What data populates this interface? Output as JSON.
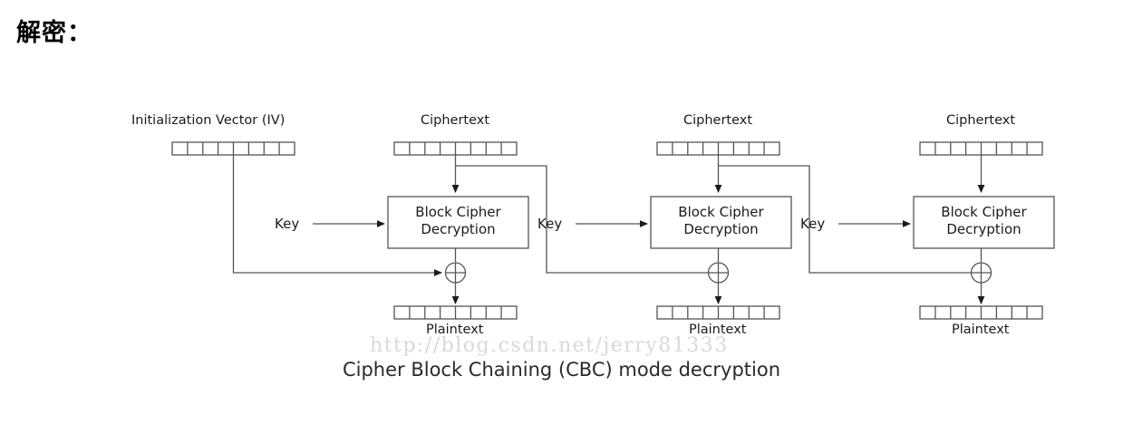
{
  "page": {
    "heading": "解密：",
    "caption": "Cipher Block Chaining (CBC) mode decryption",
    "watermark": "http://blog.csdn.net/jerry81333",
    "background_color": "#ffffff",
    "line_color": "#555555",
    "text_color": "#1b1b1b",
    "watermark_color": "#d9d9d9"
  },
  "diagram": {
    "type": "block-flow",
    "title": "Cipher Block Chaining (CBC) mode decryption",
    "block_cells": 8,
    "stages": [
      {
        "index": 1,
        "input_label": "Ciphertext",
        "iv_label": "Initialization Vector (IV)",
        "key_label": "Key",
        "cipher_box_line1": "Block Cipher",
        "cipher_box_line2": "Decryption",
        "xor_symbol": "⊕",
        "output_label": "Plaintext"
      },
      {
        "index": 2,
        "input_label": "Ciphertext",
        "key_label": "Key",
        "cipher_box_line1": "Block Cipher",
        "cipher_box_line2": "Decryption",
        "xor_symbol": "⊕",
        "output_label": "Plaintext"
      },
      {
        "index": 3,
        "input_label": "Ciphertext",
        "key_label": "Key",
        "cipher_box_line1": "Block Cipher",
        "cipher_box_line2": "Decryption",
        "xor_symbol": "⊕",
        "output_label": "Plaintext"
      }
    ]
  }
}
